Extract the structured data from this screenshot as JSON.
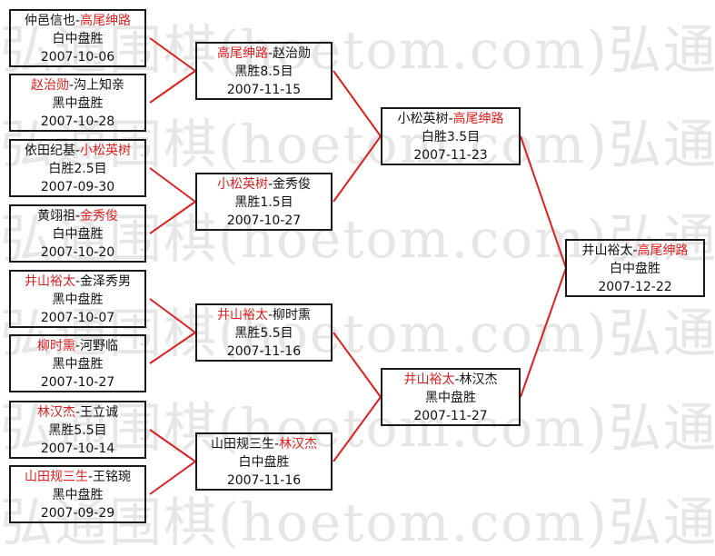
{
  "watermark": "弘通围棋(hoetom.com)弘通",
  "matches": [
    {
      "p1": "仲邑信也",
      "p2": "高尾绅路",
      "winner": 2,
      "result": "白中盘胜",
      "date": "2007-10-06"
    },
    {
      "p1": "赵治勋",
      "p2": "沟上知亲",
      "winner": 1,
      "result": "黑中盘胜",
      "date": "2007-10-28"
    },
    {
      "p1": "依田纪基",
      "p2": "小松英树",
      "winner": 2,
      "result": "白胜2.5目",
      "date": "2007-09-30"
    },
    {
      "p1": "黄翊祖",
      "p2": "金秀俊",
      "winner": 2,
      "result": "白中盘胜",
      "date": "2007-10-20"
    },
    {
      "p1": "井山裕太",
      "p2": "金泽秀男",
      "winner": 1,
      "result": "黑中盘胜",
      "date": "2007-10-07"
    },
    {
      "p1": "柳时熏",
      "p2": "河野临",
      "winner": 1,
      "result": "黑中盘胜",
      "date": "2007-10-27"
    },
    {
      "p1": "林汉杰",
      "p2": "王立诚",
      "winner": 1,
      "result": "黑胜5.5目",
      "date": "2007-10-14"
    },
    {
      "p1": "山田规三生",
      "p2": "王铭琬",
      "winner": 1,
      "result": "黑中盘胜",
      "date": "2007-09-29"
    },
    {
      "p1": "高尾绅路",
      "p2": "赵治勋",
      "winner": 1,
      "result": "黑胜8.5目",
      "date": "2007-11-15"
    },
    {
      "p1": "小松英树",
      "p2": "金秀俊",
      "winner": 1,
      "result": "黑胜1.5目",
      "date": "2007-10-27"
    },
    {
      "p1": "井山裕太",
      "p2": "柳时熏",
      "winner": 1,
      "result": "黑胜5.5目",
      "date": "2007-11-16"
    },
    {
      "p1": "山田规三生",
      "p2": "林汉杰",
      "winner": 2,
      "result": "白中盘胜",
      "date": "2007-11-16"
    },
    {
      "p1": "小松英树",
      "p2": "高尾绅路",
      "winner": 2,
      "result": "白胜3.5目",
      "date": "2007-11-23"
    },
    {
      "p1": "井山裕太",
      "p2": "林汉杰",
      "winner": 1,
      "result": "黑中盘胜",
      "date": "2007-11-27"
    },
    {
      "p1": "井山裕太",
      "p2": "高尾绅路",
      "winner": 2,
      "result": "白中盘胜",
      "date": "2007-12-22"
    }
  ],
  "colors": {
    "winner": "#e02020",
    "connector": "#e02020",
    "border": "#1a1a1a",
    "watermark": "#e6e6e6"
  }
}
